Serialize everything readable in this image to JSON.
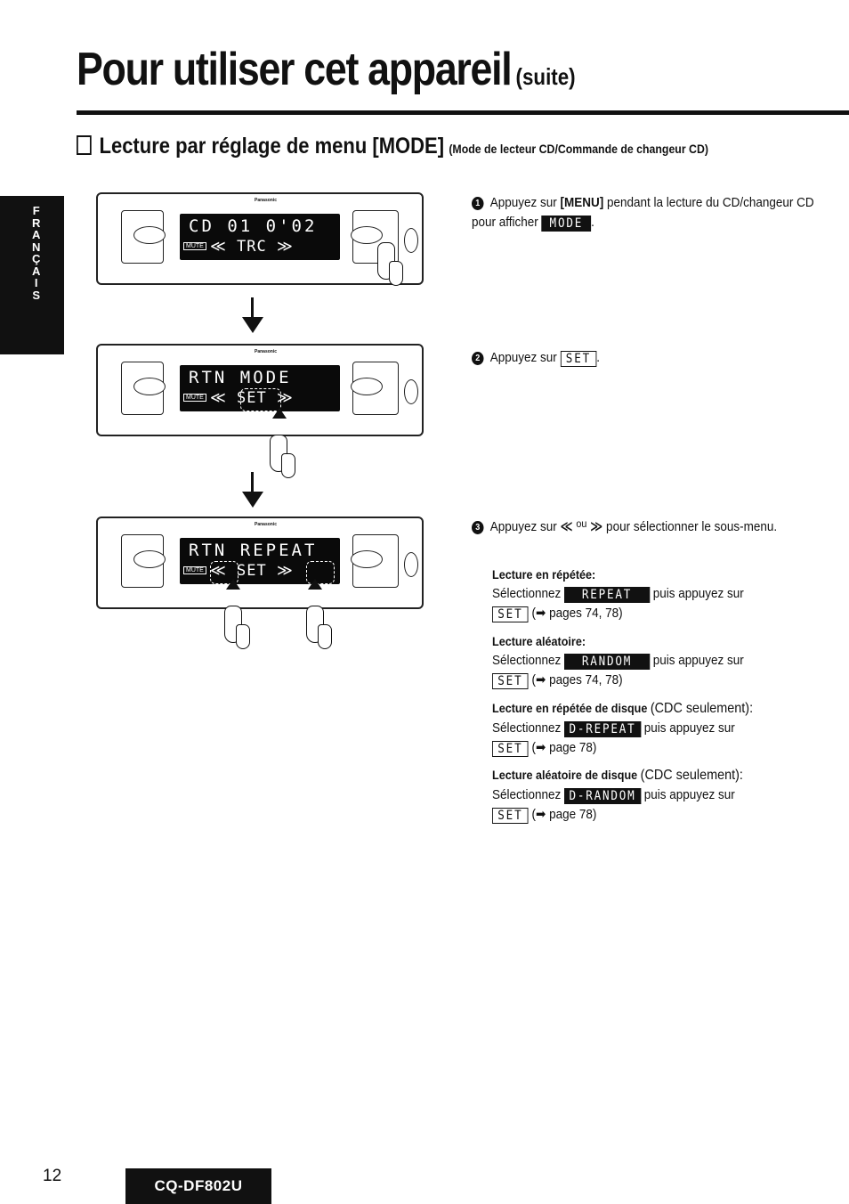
{
  "title": {
    "main": "Pour utiliser cet appareil",
    "suffix": "(suite)"
  },
  "section": {
    "heading": "Lecture par réglage de menu [MODE]",
    "subheading": "(Mode de lecteur CD/Commande de changeur CD)"
  },
  "side_tab": {
    "letters": [
      "F",
      "R",
      "A",
      "N",
      "Ç",
      "A",
      "I",
      "S"
    ]
  },
  "figures": [
    {
      "brand": "Panasonic",
      "line1": "CD  01  0'02",
      "line2": "≪ TRC ≫",
      "mute": "MUTE"
    },
    {
      "brand": "Panasonic",
      "line1": "RTN  MODE",
      "line2": "≪ SET ≫",
      "mute": "MUTE"
    },
    {
      "brand": "Panasonic",
      "line1": "RTN REPEAT",
      "line2": "≪ SET ≫",
      "mute": "MUTE"
    }
  ],
  "steps": [
    {
      "number": "1",
      "text_before": "Appuyez sur",
      "key": "[MENU]",
      "text_after": "pendant la lecture du CD/changeur CD pour afficher",
      "display": "MODE",
      "tail": "."
    },
    {
      "number": "2",
      "text_before": "Appuyez sur",
      "display": "SET",
      "tail": "."
    },
    {
      "number": "3",
      "text_before": "Appuyez sur",
      "symbol_left": "≪",
      "conj": "ou",
      "symbol_right": "≫",
      "text_after": "pour sélectionner le sous-menu."
    }
  ],
  "options": [
    {
      "label": "Lecture en répétée:",
      "label_extra": "",
      "select": "Sélectionnez",
      "display": "REPEAT",
      "then": "puis appuyez sur",
      "set": "SET",
      "ref": "(➡ pages 74, 78)"
    },
    {
      "label": "Lecture aléatoire:",
      "label_extra": "",
      "select": "Sélectionnez",
      "display": "RANDOM",
      "then": "puis appuyez sur",
      "set": "SET",
      "ref": "(➡ pages 74, 78)"
    },
    {
      "label": "Lecture en répétée de disque",
      "label_extra": "(CDC seulement):",
      "select": "Sélectionnez",
      "display": "D-REPEAT",
      "then": "puis appuyez sur",
      "set": "SET",
      "ref": "(➡ page 78)"
    },
    {
      "label": "Lecture aléatoire de disque",
      "label_extra": "(CDC seulement):",
      "select": "Sélectionnez",
      "display": "D-RANDOM",
      "then": "puis appuyez sur",
      "set": "SET",
      "ref": "(➡ page 78)"
    }
  ],
  "footer": {
    "page_number": "12",
    "model": "CQ-DF802U"
  }
}
